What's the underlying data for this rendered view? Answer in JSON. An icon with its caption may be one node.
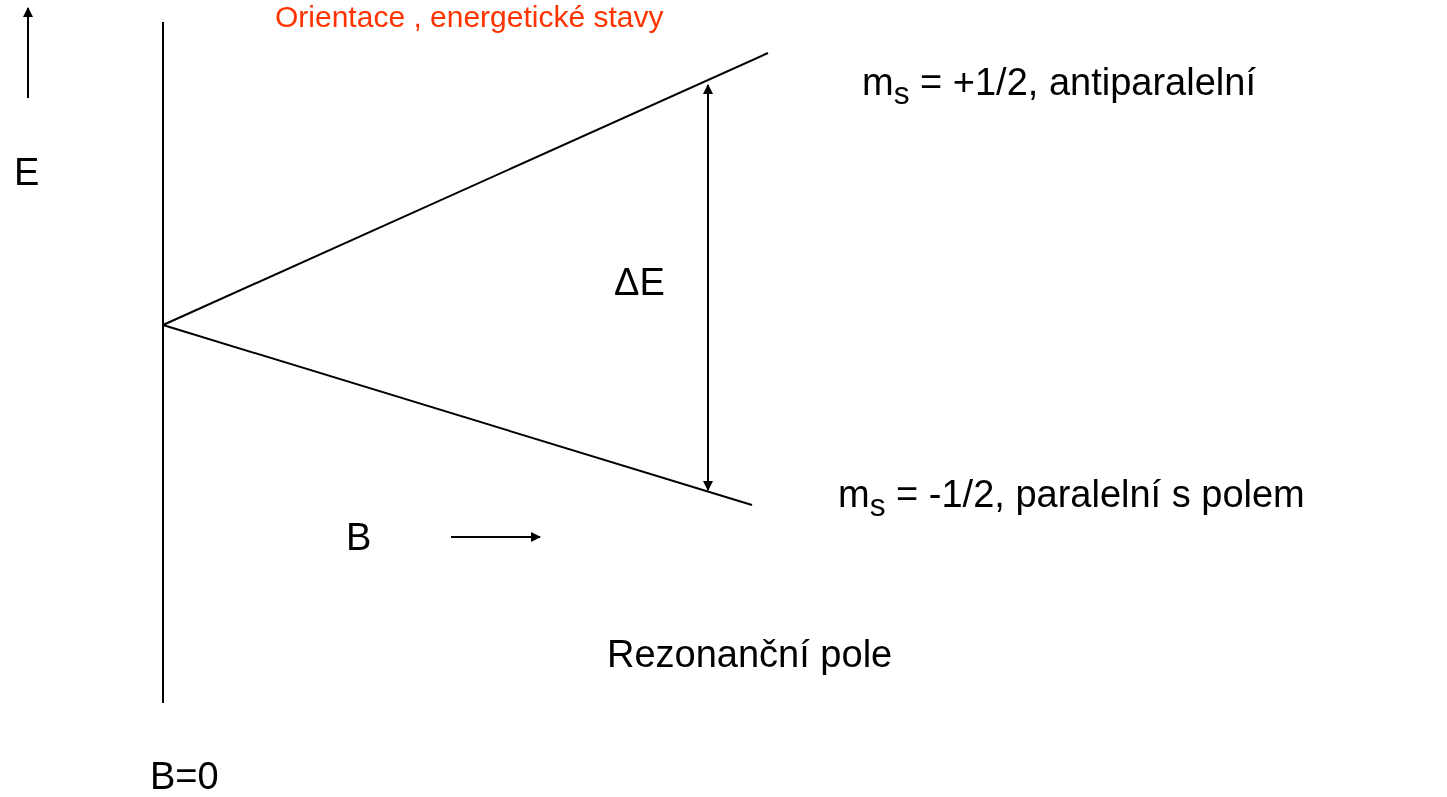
{
  "diagram": {
    "title": "Orientace , energetické stavy",
    "labels": [
      "E",
      "m$_{s}$ = +1/2, antiparalelní",
      "ΔE",
      "m$_{s}$ = -1/2, paralelní s polem",
      "B",
      "Rezonanční pole",
      "B=0"
    ]
  }
}
